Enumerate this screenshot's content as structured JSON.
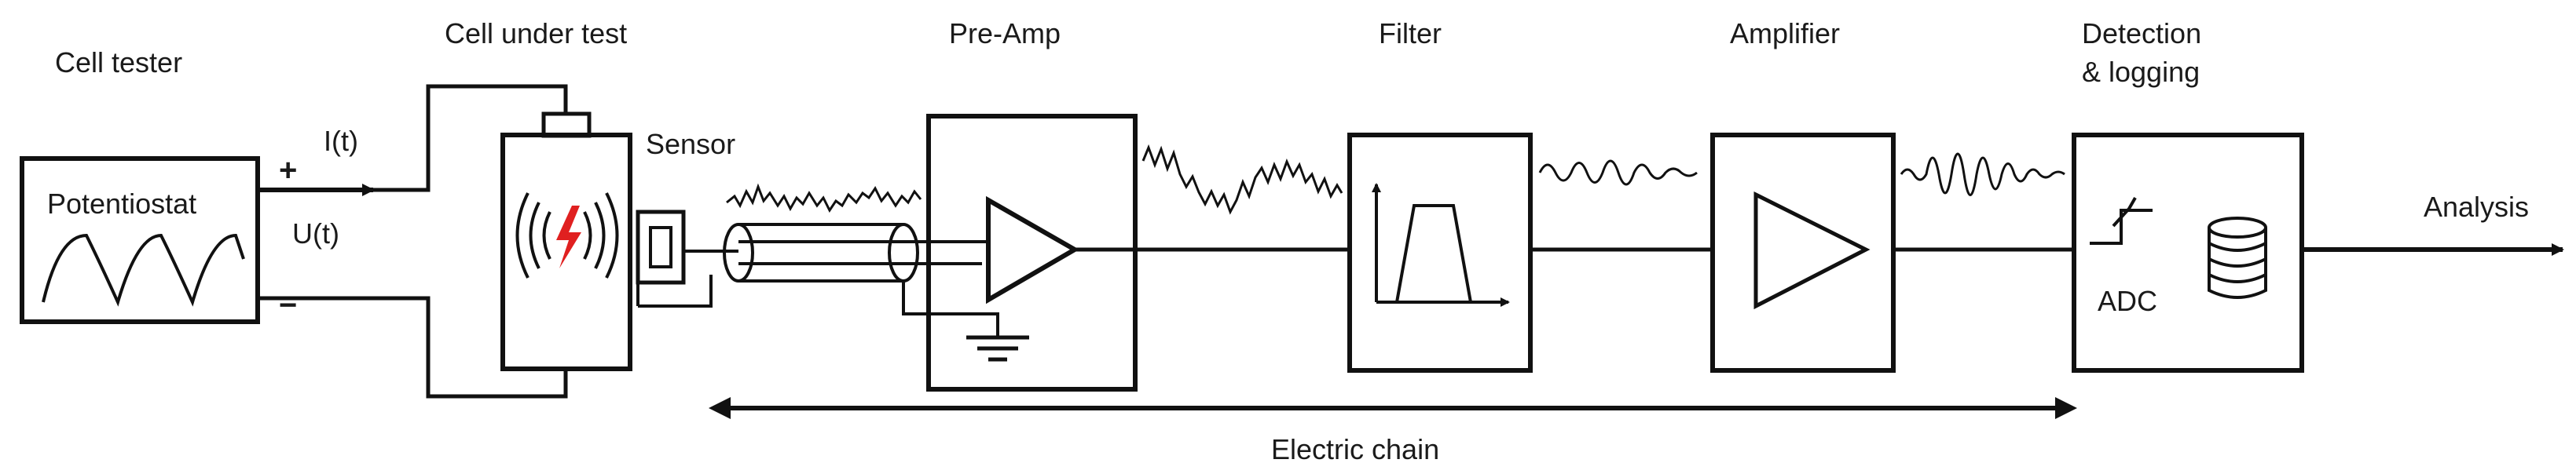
{
  "labels": {
    "cell_tester": "Cell tester",
    "potentiostat": "Potentiostat",
    "current": "I(t)",
    "voltage": "U(t)",
    "plus": "+",
    "minus": "−",
    "cell_under_test": "Cell under test",
    "sensor": "Sensor",
    "pre_amp": "Pre-Amp",
    "filter": "Filter",
    "amplifier": "Amplifier",
    "detection_line1": "Detection",
    "detection_line2": "& logging",
    "adc": "ADC",
    "analysis": "Analysis",
    "electric_chain": "Electric chain"
  },
  "colors": {
    "line": "#111111",
    "bolt": "#e02020",
    "noise": "#333333"
  },
  "icons": [
    "lightning-bolt-icon",
    "ground-icon",
    "database-icon",
    "adc-step-icon",
    "amplifier-triangle-icon",
    "bandpass-filter-icon"
  ]
}
